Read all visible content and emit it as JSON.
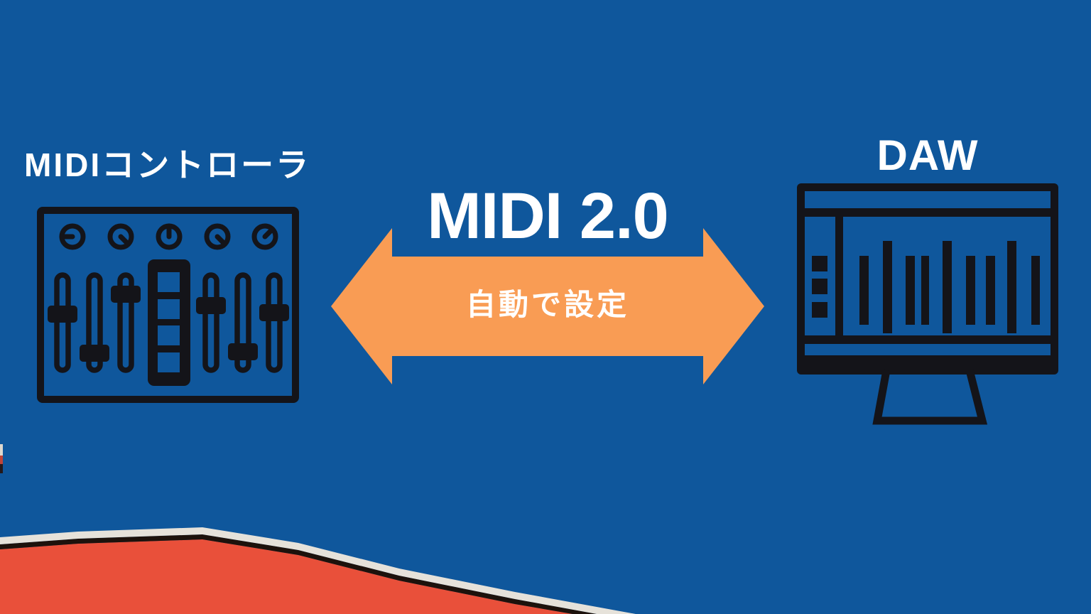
{
  "slide": {
    "left": {
      "title": "MIDIコントローラ",
      "icon": "midi-controller-icon"
    },
    "right": {
      "title": "DAW",
      "icon": "daw-monitor-icon"
    },
    "center": {
      "protocol_label": "MIDI 2.0",
      "arrow_label": "自動で設定",
      "arrow_icon": "bidirectional-arrow",
      "arrow_direction": "bidirectional"
    },
    "colors": {
      "background_blue": "#0f579c",
      "icon_black": "#141419",
      "arrow_orange": "#f99c54",
      "text_white": "#ffffff",
      "roof_red": "#e9503a",
      "roof_white_band": "#e6e2da",
      "roof_shadow": "#1d120c"
    }
  }
}
